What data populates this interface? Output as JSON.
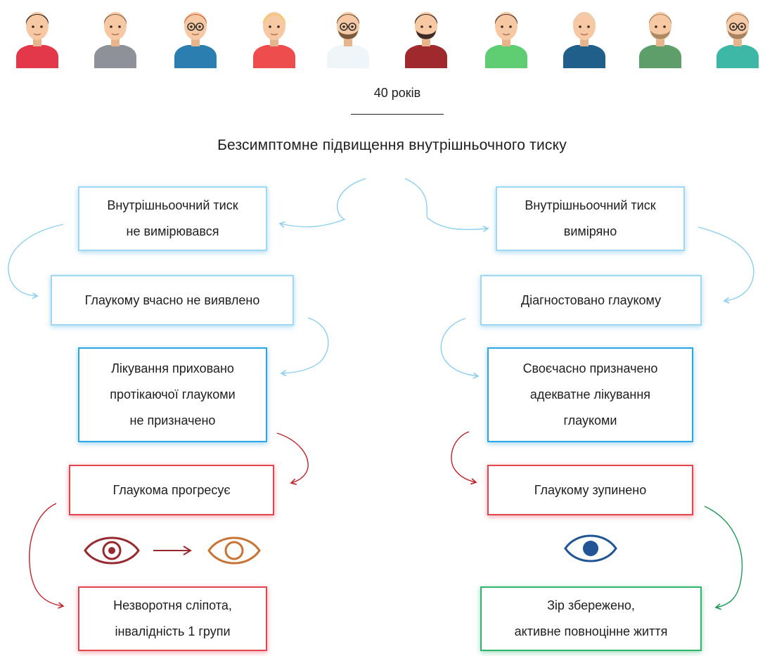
{
  "header": {
    "age_label": "40 років",
    "title": "Безсимптомне підвищення внутрішньочного тиску"
  },
  "avatars": [
    {
      "shirt": "#e2384a",
      "hair": "#3a2c2a",
      "glasses": false,
      "beard": false
    },
    {
      "shirt": "#8e9298",
      "hair": "#8c6a4d",
      "glasses": false,
      "beard": false
    },
    {
      "shirt": "#2a7fb0",
      "hair": "#d2643b",
      "glasses": true,
      "beard": false
    },
    {
      "shirt": "#ee4d4d",
      "hair": "#f2c744",
      "glasses": false,
      "beard": false
    },
    {
      "shirt": "#eef6fa",
      "hair": "#7a5b3e",
      "glasses": true,
      "beard": true
    },
    {
      "shirt": "#9e2a2e",
      "hair": "#3e2b25",
      "glasses": false,
      "beard": true
    },
    {
      "shirt": "#5fcd72",
      "hair": "#5a3d2e",
      "glasses": false,
      "beard": false
    },
    {
      "shirt": "#1f5f8a",
      "hair": "#d9d4b8",
      "glasses": false,
      "beard": false
    },
    {
      "shirt": "#5e9e6a",
      "hair": "#b08a62",
      "glasses": false,
      "beard": true
    },
    {
      "shirt": "#3db8a6",
      "hair": "#a7825f",
      "glasses": true,
      "beard": true
    }
  ],
  "left_branch": {
    "box1": "Внутрішньоочний тиск\nне вимірювався",
    "box2": "Глаукому вчасно не виявлено",
    "box3": "Лікування приховано\nпротікаючої глаукоми\nне призначено",
    "box4": "Глаукома прогресує",
    "box5": "Незворотня сліпота,\nінвалідність 1 групи"
  },
  "right_branch": {
    "box1": "Внутрішньоочний тиск\nвиміряно",
    "box2": "Діагностовано глаукому",
    "box3": "Своєчасно призначено\nадекватне лікування\nглаукоми",
    "box4": "Глаукому зупинено",
    "box5": "Зір збережено,\nактивне повноцінне життя"
  },
  "icons": {
    "left_from": "eye-icon",
    "left_arrow": "arrow-right-icon",
    "left_to": "eye-icon",
    "right": "eye-icon"
  },
  "colors": {
    "light_blue": "#9ed8f4",
    "blue": "#2aa7e2",
    "red": "#e2454e",
    "green": "#2fb56a",
    "eye_red": "#98292e",
    "eye_orange": "#c87434",
    "eye_blue": "#215595"
  }
}
